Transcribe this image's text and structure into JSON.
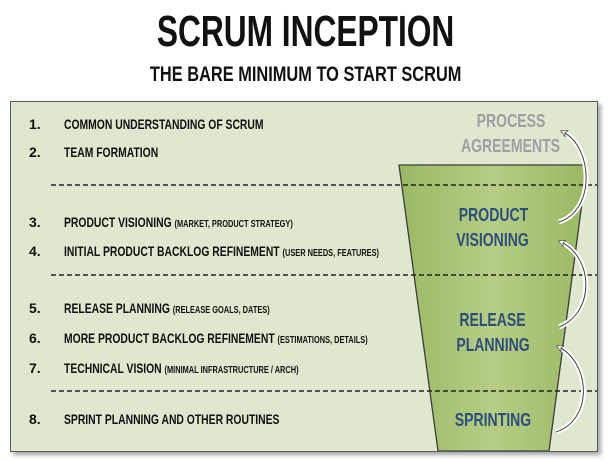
{
  "title": "SCRUM INCEPTION",
  "subtitle": "THE BARE MINIMUM TO START SCRUM",
  "items": [
    {
      "number": "1.",
      "label": "COMMON UNDERSTANDING OF SCRUM",
      "note": ""
    },
    {
      "number": "2.",
      "label": "TEAM FORMATION",
      "note": ""
    },
    {
      "number": "3.",
      "label": "PRODUCT VISIONING",
      "note": "(MARKET, PRODUCT STRATEGY)"
    },
    {
      "number": "4.",
      "label": "INITIAL PRODUCT BACKLOG REFINEMENT",
      "note": "(USER NEEDS, FEATURES)"
    },
    {
      "number": "5.",
      "label": "RELEASE PLANNING",
      "note": "(RELEASE GOALS, DATES)"
    },
    {
      "number": "6.",
      "label": "MORE PRODUCT BACKLOG REFINEMENT",
      "note": "(ESTIMATIONS, DETAILS)"
    },
    {
      "number": "7.",
      "label": "TECHNICAL VISION",
      "note": "(MINIMAL INFRASTRUCTURE / ARCH)"
    },
    {
      "number": "8.",
      "label": "SPRINT PLANNING AND OTHER ROUTINES",
      "note": ""
    }
  ],
  "phases": [
    {
      "line1": "PROCESS",
      "line2": "AGREEMENTS"
    },
    {
      "line1": "PRODUCT",
      "line2": "VISIONING"
    },
    {
      "line1": "RELEASE",
      "line2": "PLANNING"
    },
    {
      "line1": "SPRINTING",
      "line2": ""
    }
  ],
  "colors": {
    "panel": "#dfe8cf",
    "funnel": "#a9c476",
    "phase_text": "#2e4f7c",
    "process_text": "#9aa0a3"
  }
}
